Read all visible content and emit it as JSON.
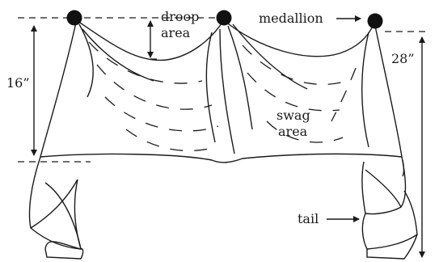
{
  "labels": {
    "droop": "droop",
    "droop_area": "area",
    "medallion": "medallion",
    "swag": "swag",
    "swag_area": "area",
    "tail": "tail",
    "dim_16": "16”",
    "dim_28": "28”"
  }
}
